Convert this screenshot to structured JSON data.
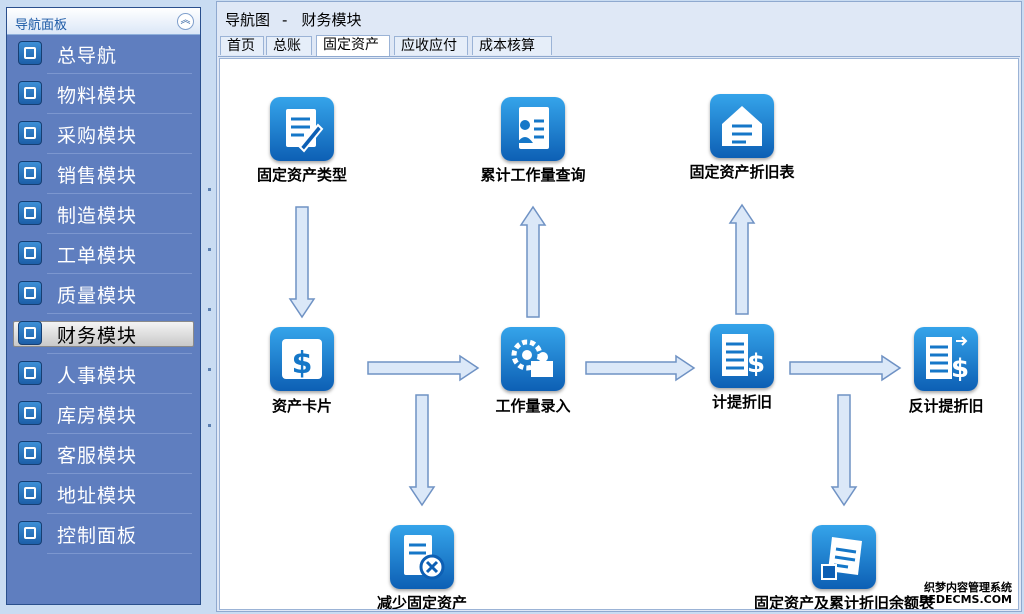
{
  "sidebar": {
    "title": "导航面板",
    "items": [
      {
        "label": "总导航",
        "icon": "home-icon"
      },
      {
        "label": "物料模块",
        "icon": "material-icon"
      },
      {
        "label": "采购模块",
        "icon": "cart-icon"
      },
      {
        "label": "销售模块",
        "icon": "truck-icon"
      },
      {
        "label": "制造模块",
        "icon": "factory-icon"
      },
      {
        "label": "工单模块",
        "icon": "workorder-icon"
      },
      {
        "label": "质量模块",
        "icon": "quality-icon"
      },
      {
        "label": "财务模块",
        "icon": "finance-icon"
      },
      {
        "label": "人事模块",
        "icon": "personnel-icon"
      },
      {
        "label": "库房模块",
        "icon": "warehouse-icon"
      },
      {
        "label": "客服模块",
        "icon": "service-icon"
      },
      {
        "label": "地址模块",
        "icon": "address-icon"
      },
      {
        "label": "控制面板",
        "icon": "control-panel-icon"
      }
    ],
    "active_index": 7
  },
  "header": {
    "breadcrumb_prefix": "导航图",
    "breadcrumb_sep": "-",
    "breadcrumb_current": "财务模块"
  },
  "tabs": [
    {
      "label": "首页"
    },
    {
      "label": "总账"
    },
    {
      "label": "固定资产",
      "active": true
    },
    {
      "label": "应收应付"
    },
    {
      "label": "成本核算"
    }
  ],
  "nodes": {
    "asset_type": "固定资产类型",
    "workload_query": "累计工作量查询",
    "depreciation_table": "固定资产折旧表",
    "asset_card": "资产卡片",
    "workload_entry": "工作量录入",
    "depreciation": "计提折旧",
    "reverse_depreciation": "反计提折旧",
    "reduce_asset": "减少固定资产",
    "asset_balance": "固定资产及累计折旧余额表"
  },
  "watermark": {
    "line1": "织梦内容管理系统",
    "line2": "DEDECMS.COM"
  },
  "colors": {
    "sidebar_bg": "#5f7ebf",
    "icon_blue": "#1577c8",
    "arrow_fill": "#dbe8f8",
    "arrow_stroke": "#6f92c4"
  }
}
